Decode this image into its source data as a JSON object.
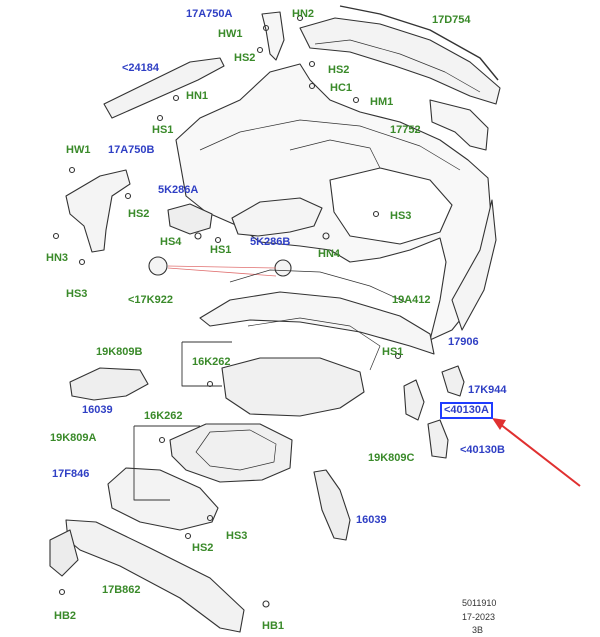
{
  "labels": {
    "p17A750A": "17A750A",
    "hn2": "HN2",
    "p17D754": "17D754",
    "hw1_top": "HW1",
    "hs2_top": "HS2",
    "p24184": "<24184",
    "hs2_b": "HS2",
    "hc1": "HC1",
    "hn1": "HN1",
    "hm1": "HM1",
    "hs1_a": "HS1",
    "p17752": "17752",
    "hw1_left": "HW1",
    "p17A750B": "17A750B",
    "p5K286A": "5K286A",
    "hs2_c": "HS2",
    "hs3_a": "HS3",
    "hs4": "HS4",
    "hs1_b": "HS1",
    "p5K286B": "5K286B",
    "hn3": "HN3",
    "hn4": "HN4",
    "hs3_b": "HS3",
    "p17K922": "<17K922",
    "p19A412": "19A412",
    "p17906": "17906",
    "p19K809B": "19K809B",
    "p16K262_a": "16K262",
    "hs1_c": "HS1",
    "p17K944": "17K944",
    "p16039_a": "16039",
    "p40130A": "<40130A",
    "p16K262_b": "16K262",
    "p19K809A": "19K809A",
    "p40130B": "<40130B",
    "p19K809C": "19K809C",
    "p17F846": "17F846",
    "p16039_b": "16039",
    "hs3_c": "HS3",
    "hs2_d": "HS2",
    "p17B862": "17B862",
    "hb2": "HB2",
    "hb1": "HB1"
  },
  "footer": {
    "code": "5011910",
    "date": "17-2023",
    "rev": "3B"
  },
  "colors": {
    "label_green": "#3a8a2a",
    "label_blue": "#2f3fc4",
    "highlight_box": "#1f3cff",
    "arrow_red": "#e03030"
  }
}
